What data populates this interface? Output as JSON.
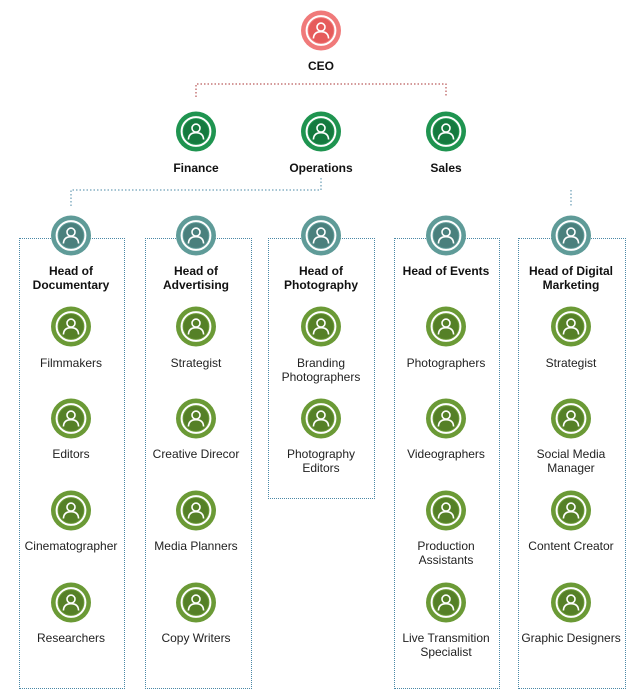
{
  "colors": {
    "ceo": "#f07a7a",
    "ceo_ring": "#e65b5b",
    "division": "#1f9450",
    "division_ring": "#157a3f",
    "head": "#5f9b98",
    "head_ring": "#4a807d",
    "staff": "#6b9a36",
    "staff_ring": "#558027",
    "connector": "#4a88a6",
    "ceo_connector": "#a33"
  },
  "ceo": {
    "label": "CEO",
    "icon": "person-icon"
  },
  "divisions": [
    {
      "label": "Finance"
    },
    {
      "label": "Operations"
    },
    {
      "label": "Sales"
    }
  ],
  "departments": [
    {
      "head": [
        "Head of",
        "Documentary"
      ],
      "staff": [
        [
          "Filmmakers"
        ],
        [
          "Editors"
        ],
        [
          "Cinematographer"
        ],
        [
          "Researchers"
        ]
      ]
    },
    {
      "head": [
        "Head of",
        "Advertising"
      ],
      "staff": [
        [
          "Strategist"
        ],
        [
          "Creative Direcor"
        ],
        [
          "Media Planners"
        ],
        [
          "Copy Writers"
        ]
      ]
    },
    {
      "head": [
        "Head of",
        "Photography"
      ],
      "staff": [
        [
          "Branding",
          "Photographers"
        ],
        [
          "Photography",
          "Editors"
        ]
      ]
    },
    {
      "head": [
        "Head of Events"
      ],
      "staff": [
        [
          "Photographers"
        ],
        [
          "Videographers"
        ],
        [
          "Production",
          "Assistants"
        ],
        [
          "Live Transmition",
          "Specialist"
        ]
      ]
    },
    {
      "head": [
        "Head of Digital",
        "Marketing"
      ],
      "staff": [
        [
          "Strategist"
        ],
        [
          "Social Media",
          "Manager"
        ],
        [
          "Content Creator"
        ],
        [
          "Graphic Designers"
        ]
      ]
    }
  ]
}
